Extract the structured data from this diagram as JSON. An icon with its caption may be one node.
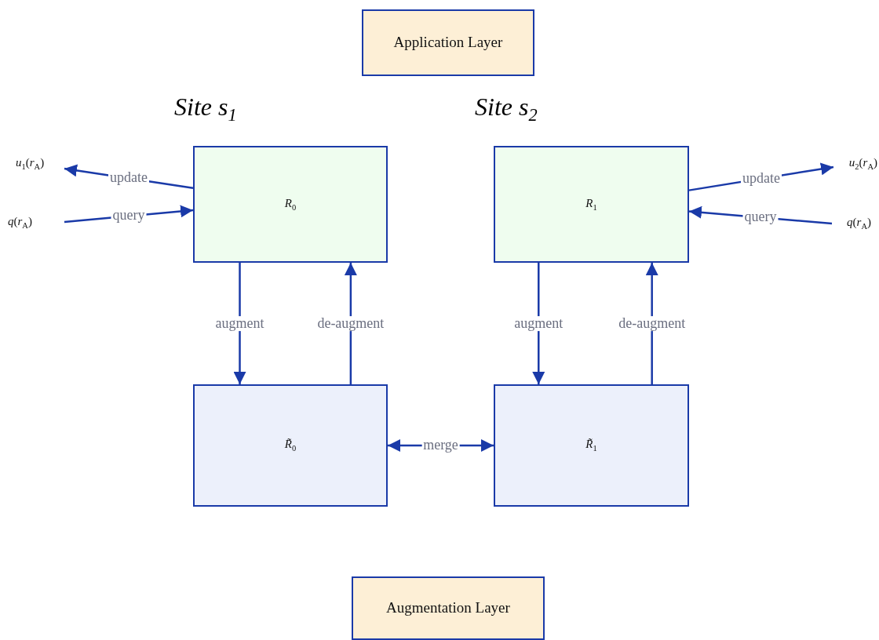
{
  "diagram": {
    "nodes": [
      {
        "text": [
          "Application Layer"
        ]
      },
      {
        "text": [
          "*R*$_{0}$"
        ]
      },
      {
        "text": [
          "*R*$_{1}$"
        ]
      },
      {
        "text": [
          "*R̃*$_{0}$"
        ]
      },
      {
        "text": [
          "*R̃*$_{1}$"
        ]
      },
      {
        "text": [
          "Augmentation Layer"
        ]
      },
      {
        "text": [
          "*u*$_{1}$(*r*$_{A}$)"
        ]
      },
      {
        "text": [
          "*q*(*r*$_{A}$)"
        ]
      },
      {
        "text": [
          "*u*$_{2}$(*r*$_{A}$)"
        ]
      },
      {
        "text": [
          "*q*(*r*$_{A}$)"
        ]
      }
    ],
    "edges": [
      {
        "from": 1,
        "to": 6,
        "arrow": "to",
        "label": "update"
      },
      {
        "from": 7,
        "to": 1,
        "arrow": "to",
        "label": "query"
      },
      {
        "from": 1,
        "to": 3,
        "arrow": "to",
        "label": "augment"
      },
      {
        "from": 3,
        "to": 1,
        "arrow": "to",
        "label": "de-augment"
      },
      {
        "from": 2,
        "to": 4,
        "arrow": "to",
        "label": "augment"
      },
      {
        "from": 4,
        "to": 2,
        "arrow": "to",
        "label": "de-augment"
      },
      {
        "from": 3,
        "to": 4,
        "arrow": "both",
        "label": "merge"
      },
      {
        "from": 2,
        "to": 8,
        "arrow": "to",
        "label": "update"
      },
      {
        "from": 9,
        "to": 2,
        "arrow": "to",
        "label": "query"
      }
    ],
    "labels": [
      "*Site s*$_{1}$",
      "*Site s*$_{2}$"
    ]
  }
}
